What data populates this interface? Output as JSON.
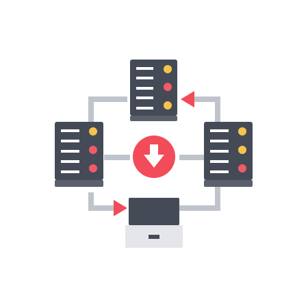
{
  "illustration": {
    "icon_name": "network-servers-download-icon",
    "colors": {
      "background": "#ffffff",
      "server_body": "#454a57",
      "server_base": "#5b606d",
      "server_line": "#ffffff",
      "led_yellow": "#f6c44d",
      "led_red": "#f15b65",
      "connector": "#bfc4cc",
      "arrow_red": "#f24b59",
      "download_circle": "#f24b59",
      "download_arrow": "#ffffff",
      "laptop_screen": "#454a57",
      "laptop_base": "#e4e6ea",
      "laptop_slot": "#454a57"
    },
    "servers": [
      {
        "id": "top",
        "leds": [
          "yellow",
          "red",
          "yellow"
        ]
      },
      {
        "id": "left",
        "leds": [
          "yellow",
          "red",
          "red"
        ]
      },
      {
        "id": "right",
        "leds": [
          "yellow",
          "yellow",
          "red"
        ]
      }
    ]
  }
}
